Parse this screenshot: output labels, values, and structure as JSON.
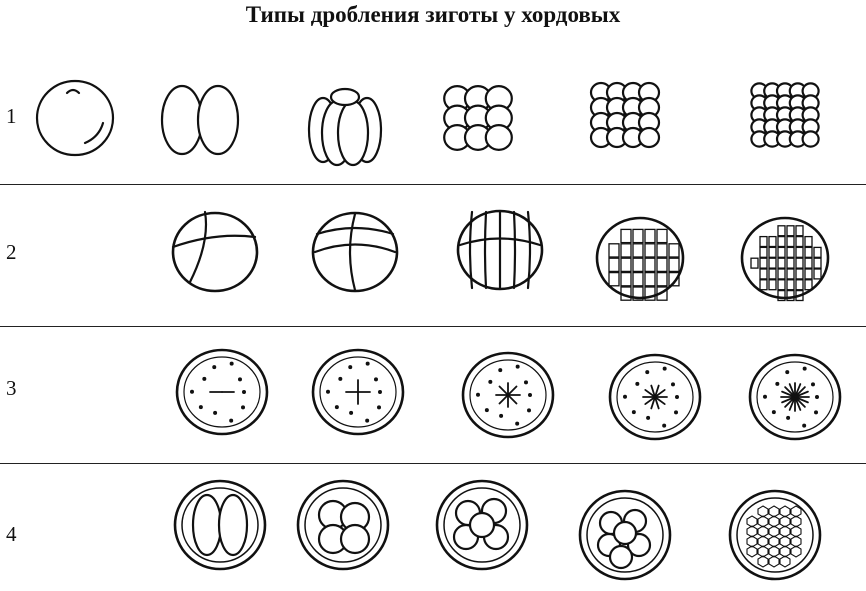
{
  "title": "Типы дробления зиготы у хордовых",
  "rows": [
    {
      "label": "1",
      "stages": 6
    },
    {
      "label": "2",
      "stages": 5
    },
    {
      "label": "3",
      "stages": 5
    },
    {
      "label": "4",
      "stages": 5
    }
  ]
}
